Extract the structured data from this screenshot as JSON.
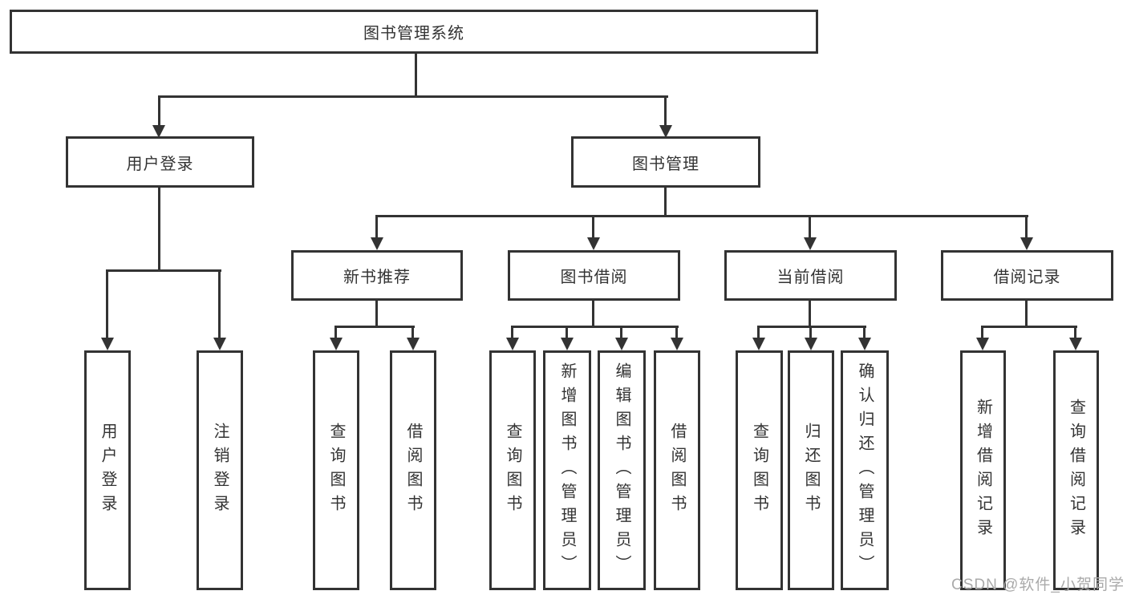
{
  "diagram_title": "图书管理系统",
  "tree": {
    "label": "图书管理系统",
    "children": [
      {
        "label": "用户登录",
        "children": [
          {
            "label": "用户登录"
          },
          {
            "label": "注销登录"
          }
        ]
      },
      {
        "label": "图书管理",
        "children": [
          {
            "label": "新书推荐",
            "children": [
              {
                "label": "查询图书"
              },
              {
                "label": "借阅图书"
              }
            ]
          },
          {
            "label": "图书借阅",
            "children": [
              {
                "label": "查询图书"
              },
              {
                "label": "新增图书（管理员）"
              },
              {
                "label": "编辑图书（管理员）"
              },
              {
                "label": "借阅图书"
              }
            ]
          },
          {
            "label": "当前借阅",
            "children": [
              {
                "label": "查询图书"
              },
              {
                "label": "归还图书"
              },
              {
                "label": "确认归还（管理员）"
              }
            ]
          },
          {
            "label": "借阅记录",
            "children": [
              {
                "label": "新增借阅记录"
              },
              {
                "label": "查询借阅记录"
              }
            ]
          }
        ]
      }
    ]
  },
  "watermark": {
    "text": "CSDN @软件_小贺同学"
  },
  "colors": {
    "line": "#333333",
    "text": "#333333",
    "background": "#ffffff",
    "watermark": "#aaaaaa"
  }
}
